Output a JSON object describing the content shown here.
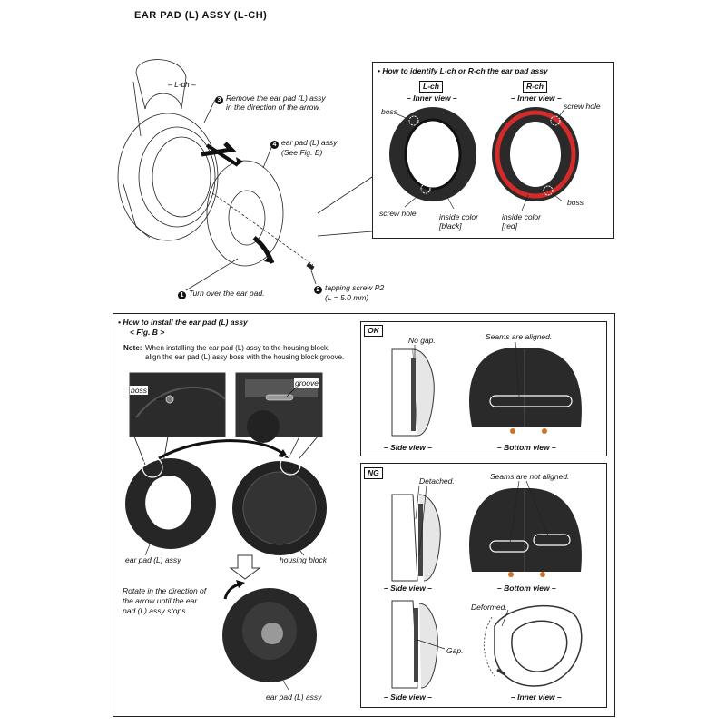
{
  "title": "EAR  PAD (L)  ASSY (L-CH)",
  "top": {
    "lch_label": "– L-ch –",
    "step3_num": "3",
    "step3_text1": "Remove the ear pad (L) assy",
    "step3_text2": "in the direction of the arrow.",
    "step4_num": "4",
    "step4_text1": "ear pad (L) assy",
    "step4_text2": "(See Fig. B)",
    "step1_num": "1",
    "step1_text": "Turn over the ear pad.",
    "step2_num": "2",
    "step2_text1": "tapping screw P2",
    "step2_text2": "(L = 5.0 mm)"
  },
  "identify": {
    "heading": "• How to identify L-ch or R-ch the ear pad assy",
    "lch_tag": "L-ch",
    "rch_tag": "R-ch",
    "inner_view_left": "– Inner view –",
    "inner_view_right": "– Inner view –",
    "boss_left": "boss",
    "screw_hole_left": "screw hole",
    "inside_color_left1": "inside color",
    "inside_color_left2": "[black]",
    "screw_hole_right": "screw hole",
    "boss_right": "boss",
    "inside_color_right1": "inside color",
    "inside_color_right2": "[red]",
    "red_color": "#d42a2a"
  },
  "install": {
    "heading": "• How to install the ear pad (L) assy",
    "fig": "< Fig. B >",
    "note_label": "Note:",
    "note_line1": "When installing the ear pad (L) assy to the housing block,",
    "note_line2": "align the ear pad (L) assy boss with the housing block groove.",
    "boss": "boss",
    "groove": "groove",
    "ear_pad_label": "ear pad (L) assy",
    "housing_label": "housing block",
    "rotate1": "Rotate in the direction of",
    "rotate2": "the arrow until the ear",
    "rotate3": "pad (L) assy stops.",
    "ear_pad_label2": "ear pad (L) assy"
  },
  "ok": {
    "tag": "OK",
    "no_gap": "No gap.",
    "seams": "Seams are aligned.",
    "side_view": "– Side view –",
    "bottom_view": "– Bottom view –"
  },
  "ng": {
    "tag": "NG",
    "detached": "Detached.",
    "seams": "Seams are not aligned.",
    "side_view1": "– Side view –",
    "bottom_view": "– Bottom view –",
    "gap": "Gap.",
    "deformed": "Deformed.",
    "side_view2": "– Side view –",
    "inner_view": "– Inner view –"
  }
}
